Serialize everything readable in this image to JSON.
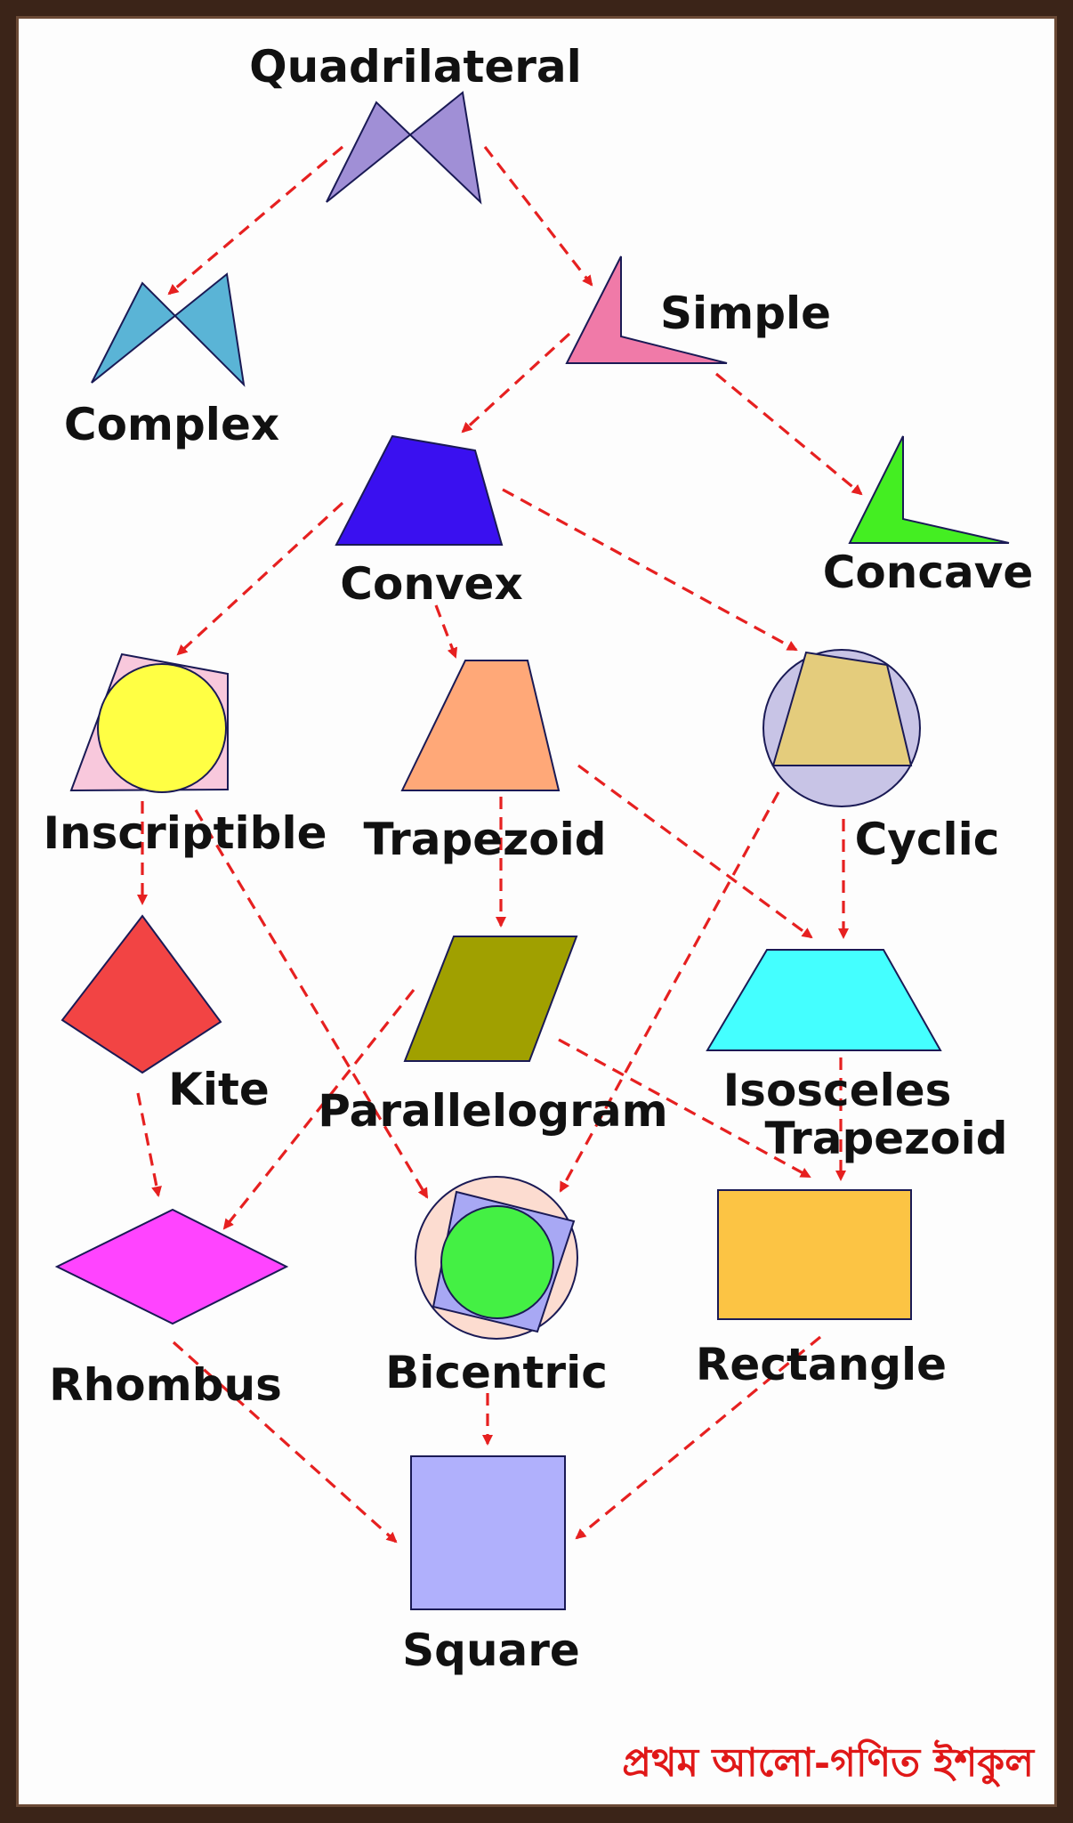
{
  "labels": {
    "quadrilateral": "Quadrilateral",
    "complex": "Complex",
    "simple": "Simple",
    "convex": "Convex",
    "concave": "Concave",
    "inscriptible": "Inscriptible",
    "trapezoid": "Trapezoid",
    "cyclic": "Cyclic",
    "kite": "Kite",
    "parallelogram": "Parallelogram",
    "isosceles_line1": "Isosceles",
    "isosceles_line2": "Trapezoid",
    "rhombus": "Rhombus",
    "bicentric": "Bicentric",
    "rectangle": "Rectangle",
    "square": "Square"
  },
  "footer": {
    "text": "প্রথম আলো-গণিত ইশকুল"
  },
  "colors": {
    "arrow": "#e62020",
    "quadrilateral": "#a08fd6",
    "complex": "#5ab4d6",
    "simple": "#f07aa8",
    "convex": "#3a10f0",
    "concave": "#44ee22",
    "inscriptible_outer": "#f8c8dc",
    "inscriptible_circle": "#ffff44",
    "trapezoid": "#ffa878",
    "cyclic_circle": "#c8c4e6",
    "cyclic_quad": "#e4cc7c",
    "kite": "#f24444",
    "parallelogram": "#a0a000",
    "isosceles": "#44ffff",
    "rhombus": "#ff44ff",
    "bicentric_outer": "#fcdcd0",
    "bicentric_quad": "#a8a8f4",
    "bicentric_inner": "#44f044",
    "rectangle": "#fcc444",
    "square": "#b0b0fc"
  }
}
